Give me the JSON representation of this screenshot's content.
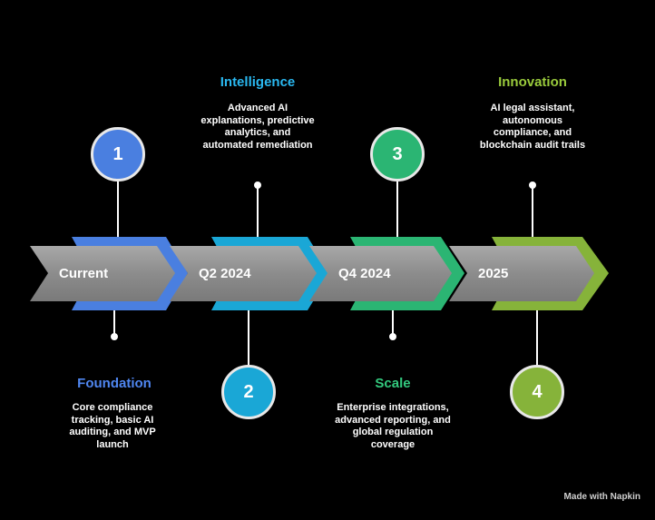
{
  "periods": [
    "Current",
    "Q2 2024",
    "Q4 2024",
    "2025"
  ],
  "phases": [
    {
      "number": "1",
      "title": "Foundation",
      "description": "Core compliance tracking, basic AI auditing, and MVP launch",
      "color": "#4a7fe0"
    },
    {
      "number": "2",
      "title": "Intelligence",
      "description": "Advanced AI explanations, predictive analytics, and automated remediation",
      "color": "#1aa7d6"
    },
    {
      "number": "3",
      "title": "Scale",
      "description": "Enterprise integrations, advanced reporting, and global regulation coverage",
      "color": "#2bb573"
    },
    {
      "number": "4",
      "title": "Innovation",
      "description": "AI legal assistant, autonomous compliance, and blockchain audit trails",
      "color": "#86b33a"
    }
  ],
  "footer": {
    "watermark": "Made with Napkin"
  },
  "colors": {
    "arrow_fill": "#8f8f8f",
    "connector": "#ffffff",
    "badge_border": "#e8e8e8",
    "background": "#000000",
    "title_intelligence": "#2ab8f0",
    "title_innovation": "#9acb3c",
    "title_foundation": "#4f86f0",
    "title_scale": "#33c97e"
  }
}
